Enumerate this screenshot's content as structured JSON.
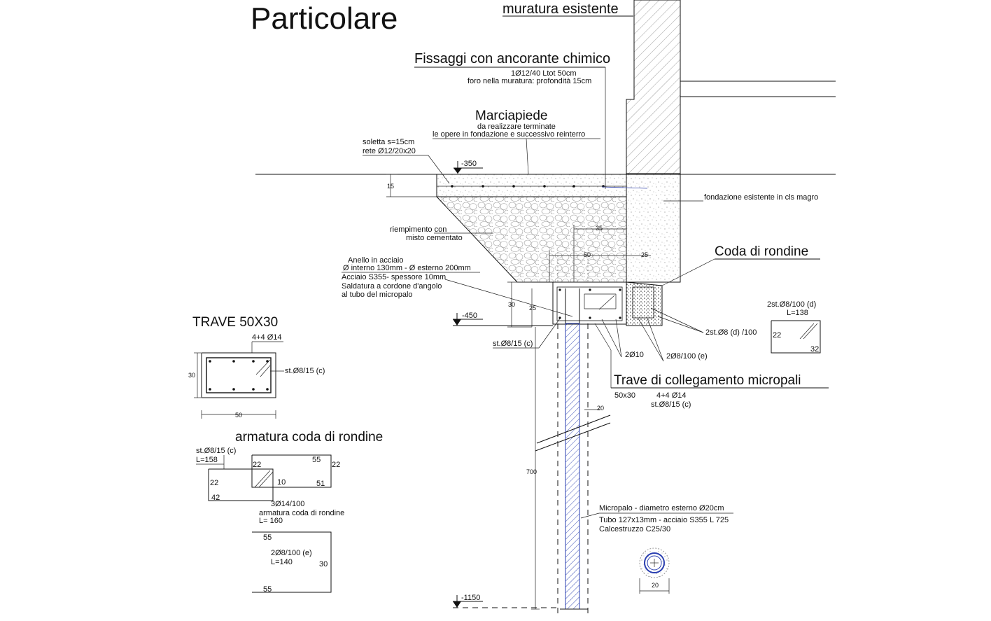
{
  "title": "Particolare",
  "labels": {
    "muratura": "muratura esistente",
    "fissaggi_title": "Fissaggi con ancorante chimico",
    "fissaggi_1": "1Ø12/40  Ltot 50cm",
    "fissaggi_2": "foro nella muratura: profondità 15cm",
    "marciapiede_title": "Marciapiede",
    "marciapiede_1": "da realizzare terminate",
    "marciapiede_2": "le opere in fondazione e successivo reinterro",
    "soletta_1": "soletta s=15cm",
    "soletta_2": "rete Ø12/20x20",
    "fondazione": "fondazione esistente in cls magro",
    "riempimento_1": "riempimento con",
    "riempimento_2": "misto cementato",
    "anello_1": "Anello in acciaio",
    "anello_2": "Ø interno 130mm - Ø esterno 200mm",
    "anello_3": "Acciaio S355- spessore 10mm",
    "anello_4": "Saldatura a cordone d'angolo",
    "anello_5": "al tubo del micropalo",
    "coda_title": "Coda di rondine",
    "staffe_right": "2st.Ø8 (d) /100",
    "staffe_d_1": "2st.Ø8/100 (d)",
    "staffe_d_2": "L=138",
    "st_c": "st.Ø8/15 (c)",
    "two_phi10": "2Ø10",
    "two_phi8_e": "2Ø8/100 (e)",
    "trave_coll_title": "Trave di collegamento micropali",
    "trave_coll_dim": "50x30",
    "trave_coll_bars": "4+4 Ø14",
    "trave_coll_st": "st.Ø8/15 (c)",
    "trave_title": "TRAVE 50X30",
    "trave_bars": "4+4 Ø14",
    "trave_st": "st.Ø8/15 (c)",
    "armatura_title": "armatura coda di rondine",
    "arm_st_1": "st.Ø8/15 (c)",
    "arm_st_2": "L=158",
    "arm_3phi": "3Ø14/100",
    "arm_3phi_2": "armatura coda di rondine",
    "arm_3phi_3": "L= 160",
    "arm_e_1": "2Ø8/100 (e)",
    "arm_e_2": "L=140",
    "micropalo_1": "Micropalo - diametro esterno Ø20cm",
    "micropalo_2": "Tubo 127x13mm - acciaio S355 L 725",
    "micropalo_3": "Calcestruzzo C25/30"
  },
  "levels": {
    "l350": "-350",
    "l450": "-450",
    "l1150": "-1150"
  },
  "dims": {
    "d15": "15",
    "d30": "30",
    "d25": "25",
    "d50": "50",
    "d25b": "25",
    "d35": "35",
    "d20": "20",
    "d700": "700",
    "d20b": "20",
    "beam_h": "30",
    "beam_w": "50",
    "coda_22": "22",
    "coda_32": "32",
    "arm_22a": "22",
    "arm_55": "55",
    "arm_22b": "22",
    "arm_22c": "22",
    "arm_10": "10",
    "arm_51": "51",
    "arm_42": "42",
    "e_55a": "55",
    "e_30": "30",
    "e_55b": "55"
  }
}
